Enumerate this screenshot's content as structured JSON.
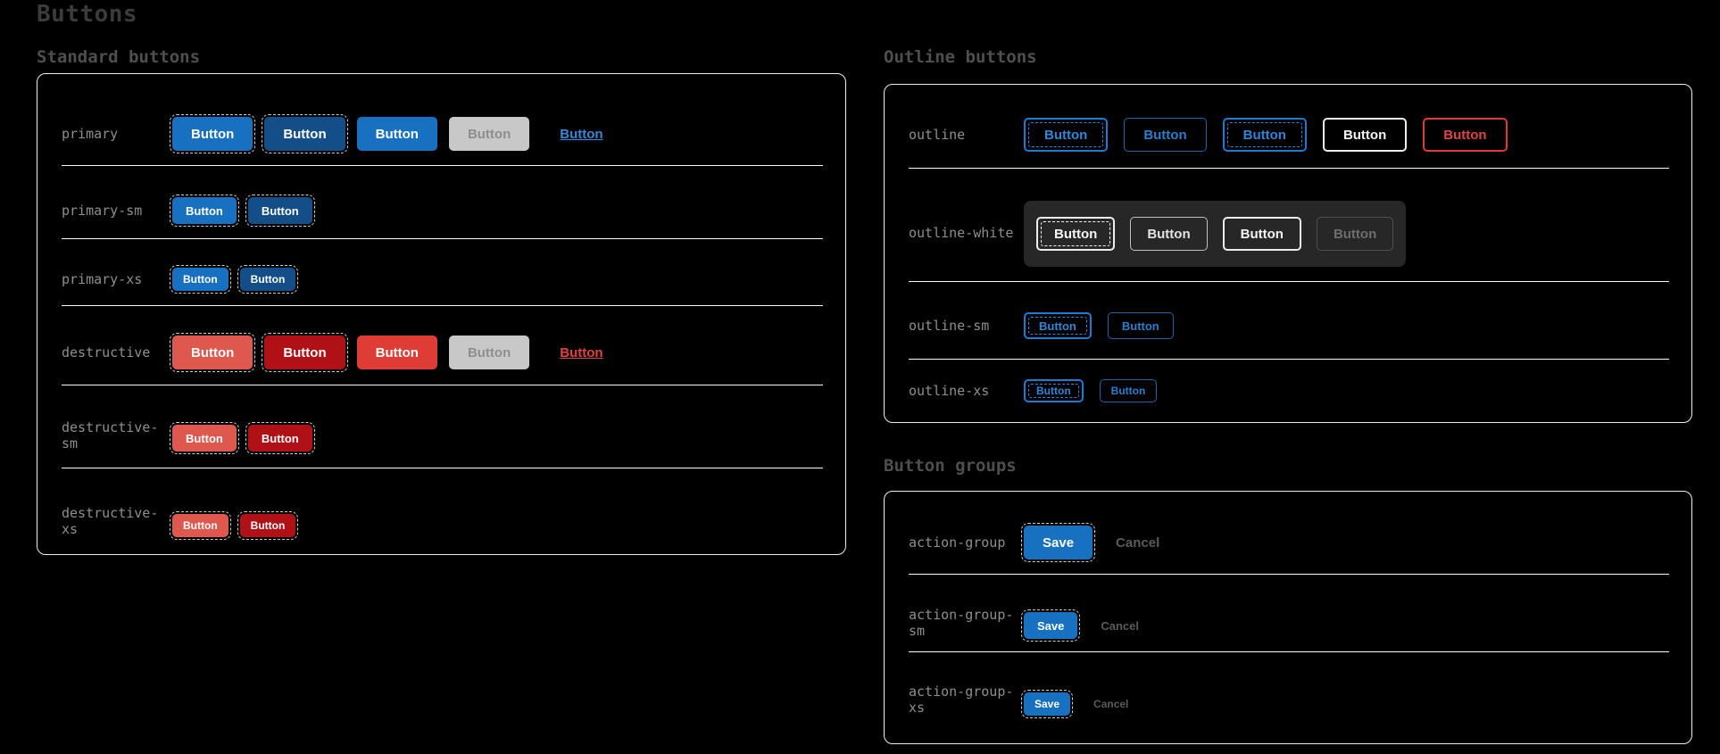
{
  "page_title": "Buttons",
  "standard": {
    "heading": "Standard buttons",
    "button_label": "Button",
    "rows": [
      {
        "label": "primary"
      },
      {
        "label": "primary-sm"
      },
      {
        "label": "primary-xs"
      },
      {
        "label": "destructive"
      },
      {
        "label": "destructive-sm"
      },
      {
        "label": "destructive-xs"
      }
    ]
  },
  "outline": {
    "heading": "Outline buttons",
    "button_label": "Button",
    "rows": [
      {
        "label": "outline"
      },
      {
        "label": "outline-white"
      },
      {
        "label": "outline-sm"
      },
      {
        "label": "outline-xs"
      }
    ]
  },
  "groups": {
    "heading": "Button groups",
    "save_label": "Save",
    "cancel_label": "Cancel",
    "rows": [
      {
        "label": "action-group"
      },
      {
        "label": "action-group-sm"
      },
      {
        "label": "action-group-xs"
      }
    ]
  },
  "colors": {
    "background": "#000000",
    "primary_blue": "#1870c0",
    "primary_blue_dark": "#134e88",
    "destructive_red": "#df584e",
    "destructive_red_dark": "#b01116",
    "disabled_gray": "#c8c8c8",
    "outline_blue": "#1d7bd1",
    "outline_red": "#de3a3a",
    "link_blue": "#3688d8",
    "link_red": "#df4343",
    "strip_gray": "#272727",
    "separator_white": "#fafafa"
  }
}
